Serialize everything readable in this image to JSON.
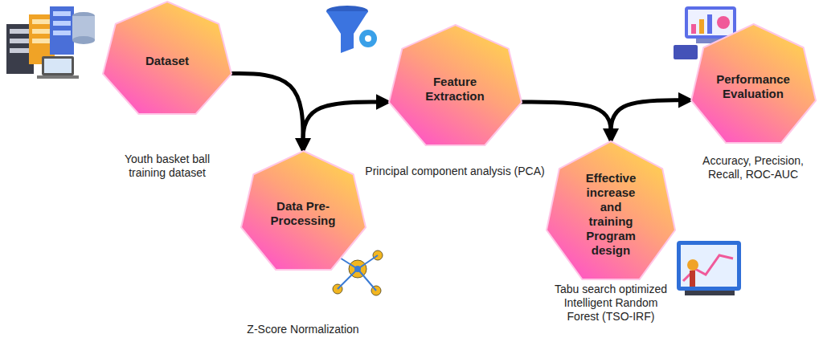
{
  "diagram": {
    "nodes": [
      {
        "text": [
          "Dataset",
          "Youth basket ball training dataset"
        ]
      },
      {
        "text": [
          "Data Pre-Processing",
          "Z-Score Normalization"
        ]
      },
      {
        "text": [
          "Feature Extraction",
          "Principal component analysis (PCA)"
        ]
      },
      {
        "text": [
          "Effective increase and training Program design",
          "Tabu search optimized Intelligent Random Forest (TSO-IRF)"
        ]
      },
      {
        "text": [
          "Performance Evaluation",
          "Accuracy, Precision, Recall, ROC-AUC"
        ]
      }
    ],
    "edges": [
      {
        "from": 0,
        "to": 1,
        "arrow": "to"
      },
      {
        "from": 1,
        "to": 2,
        "arrow": "to"
      },
      {
        "from": 2,
        "to": 3,
        "arrow": "to"
      },
      {
        "from": 3,
        "to": 4,
        "arrow": "to"
      }
    ]
  }
}
